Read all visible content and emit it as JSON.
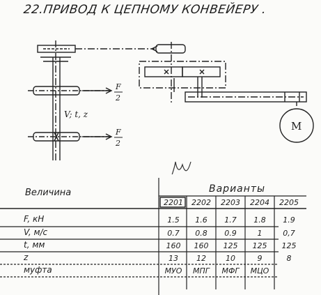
{
  "title": "22.ПРИВОД  К  ЦЕПНОМУ  КОНВЕЙЕРУ .",
  "scheme": {
    "force_label": "F",
    "force_denominator": "2",
    "params_label": "V; t, z",
    "motor_label": "M"
  },
  "signature": "Sign",
  "table": {
    "quantity_header": "Величина",
    "variants_header": "Варианты",
    "variants": [
      "2201",
      "2202",
      "2203",
      "2204",
      "2205"
    ],
    "rows": [
      {
        "label": "F, кН",
        "values": [
          "1.5",
          "1.6",
          "1.7",
          "1.8",
          "1.9"
        ]
      },
      {
        "label": "V, м/с",
        "values": [
          "0.7",
          "0.8",
          "0.9",
          "1",
          "0,7"
        ]
      },
      {
        "label": "t, мм",
        "values": [
          "160",
          "160",
          "125",
          "125",
          "125"
        ]
      },
      {
        "label": "z",
        "values": [
          "13",
          "12",
          "10",
          "9",
          "8"
        ]
      },
      {
        "label": "муфта",
        "values": [
          "МУО",
          "МПГ",
          "МФГ",
          "МЦО",
          ""
        ]
      }
    ]
  }
}
